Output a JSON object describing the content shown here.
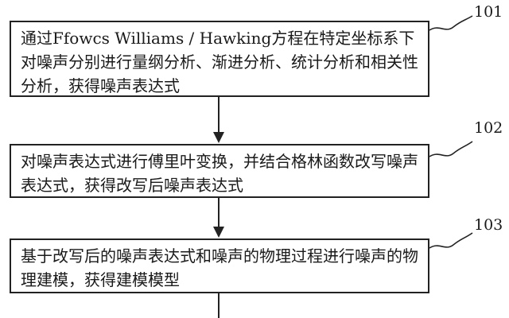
{
  "steps": [
    {
      "number": "101",
      "text": "通过Ffowcs Williams / Hawking方程在特定坐标系下对噪声分别进行量纲分析、渐进分析、统计分析和相关性分析，获得噪声表达式"
    },
    {
      "number": "102",
      "text": "对噪声表达式进行傅里叶变换，并结合格林函数改写噪声表达式，获得改写后噪声表达式"
    },
    {
      "number": "103",
      "text": "基于改写后的噪声表达式和噪声的物理过程进行噪声的物理建模，获得建模模型"
    }
  ]
}
